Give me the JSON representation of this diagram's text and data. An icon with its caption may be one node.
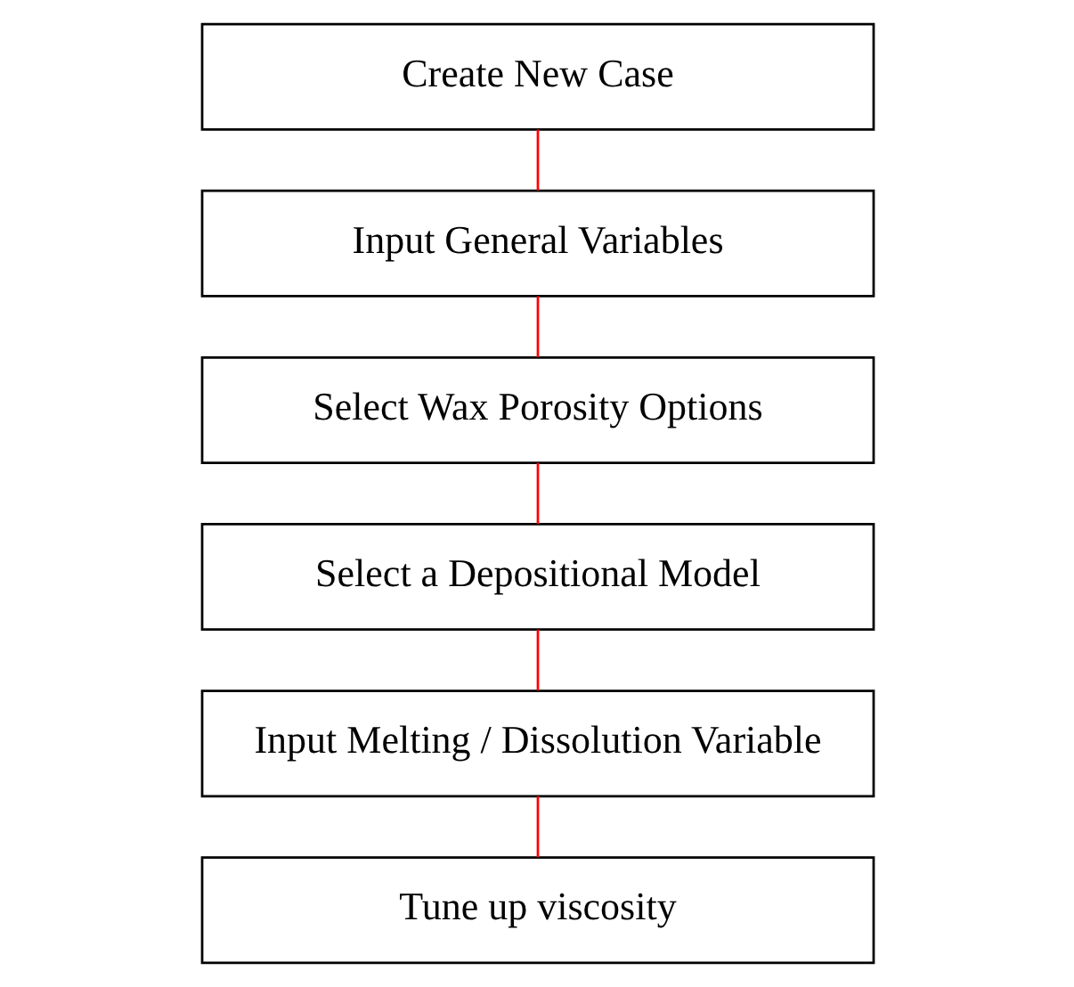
{
  "diagram": {
    "nodes": [
      {
        "text": [
          "Create New Case"
        ]
      },
      {
        "text": [
          "Input General Variables"
        ]
      },
      {
        "text": [
          "Select Wax Porosity Options"
        ]
      },
      {
        "text": [
          "Select a Depositional Model"
        ]
      },
      {
        "text": [
          "Input Melting / Dissolution Variable"
        ]
      },
      {
        "text": [
          "Tune up viscosity"
        ]
      }
    ],
    "edges": [
      {
        "from": 0,
        "to": 1,
        "arrow": "none",
        "color": "#ff0000"
      },
      {
        "from": 1,
        "to": 2,
        "arrow": "none",
        "color": "#ff0000"
      },
      {
        "from": 2,
        "to": 3,
        "arrow": "none",
        "color": "#ff0000"
      },
      {
        "from": 3,
        "to": 4,
        "arrow": "none",
        "color": "#ff0000"
      },
      {
        "from": 4,
        "to": 5,
        "arrow": "none",
        "color": "#ff0000"
      }
    ]
  }
}
